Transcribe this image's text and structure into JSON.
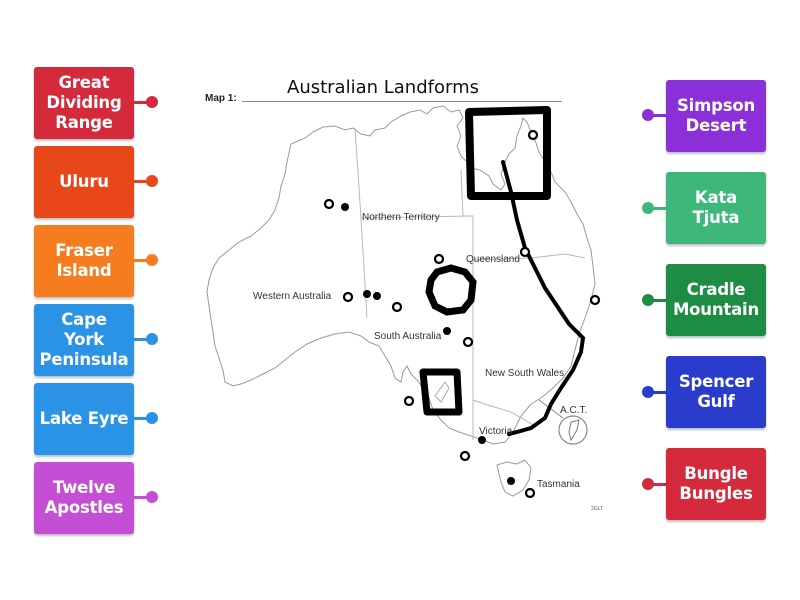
{
  "left_labels": [
    {
      "id": "great-dividing-range",
      "text": "Great\nDividing\nRange",
      "color": "#d42a3c"
    },
    {
      "id": "uluru",
      "text": "Uluru",
      "color": "#e8471a"
    },
    {
      "id": "fraser-island",
      "text": "Fraser\nIsland",
      "color": "#f57c1f"
    },
    {
      "id": "cape-york-peninsula",
      "text": "Cape\nYork\nPeninsula",
      "color": "#2b93e6"
    },
    {
      "id": "lake-eyre",
      "text": "Lake Eyre",
      "color": "#2b93e6"
    },
    {
      "id": "twelve-apostles",
      "text": "Twelve\nApostles",
      "color": "#c44fd4"
    }
  ],
  "right_labels": [
    {
      "id": "simpson-desert",
      "text": "Simpson\nDesert",
      "color": "#8b30d8"
    },
    {
      "id": "kata-tjuta",
      "text": "Kata Tjuta",
      "color": "#3db87a"
    },
    {
      "id": "cradle-mountain",
      "text": "Cradle\nMountain",
      "color": "#1f8c43"
    },
    {
      "id": "spencer-gulf",
      "text": "Spencer\nGulf",
      "color": "#2a3ccc"
    },
    {
      "id": "bungle-bungles",
      "text": "Bungle\nBungles",
      "color": "#d42a3c"
    }
  ],
  "map": {
    "header_label": "Map 1:",
    "title": "Australian Landforms",
    "states": {
      "northern_territory": "Northern Territory",
      "queensland": "Queensland",
      "western_australia": "Western Australia",
      "south_australia": "South Australia",
      "new_south_wales": "New South Wales",
      "victoria": "Victoria",
      "tasmania": "Tasmania",
      "act": "A.C.T."
    },
    "copyright": "2GLT"
  }
}
